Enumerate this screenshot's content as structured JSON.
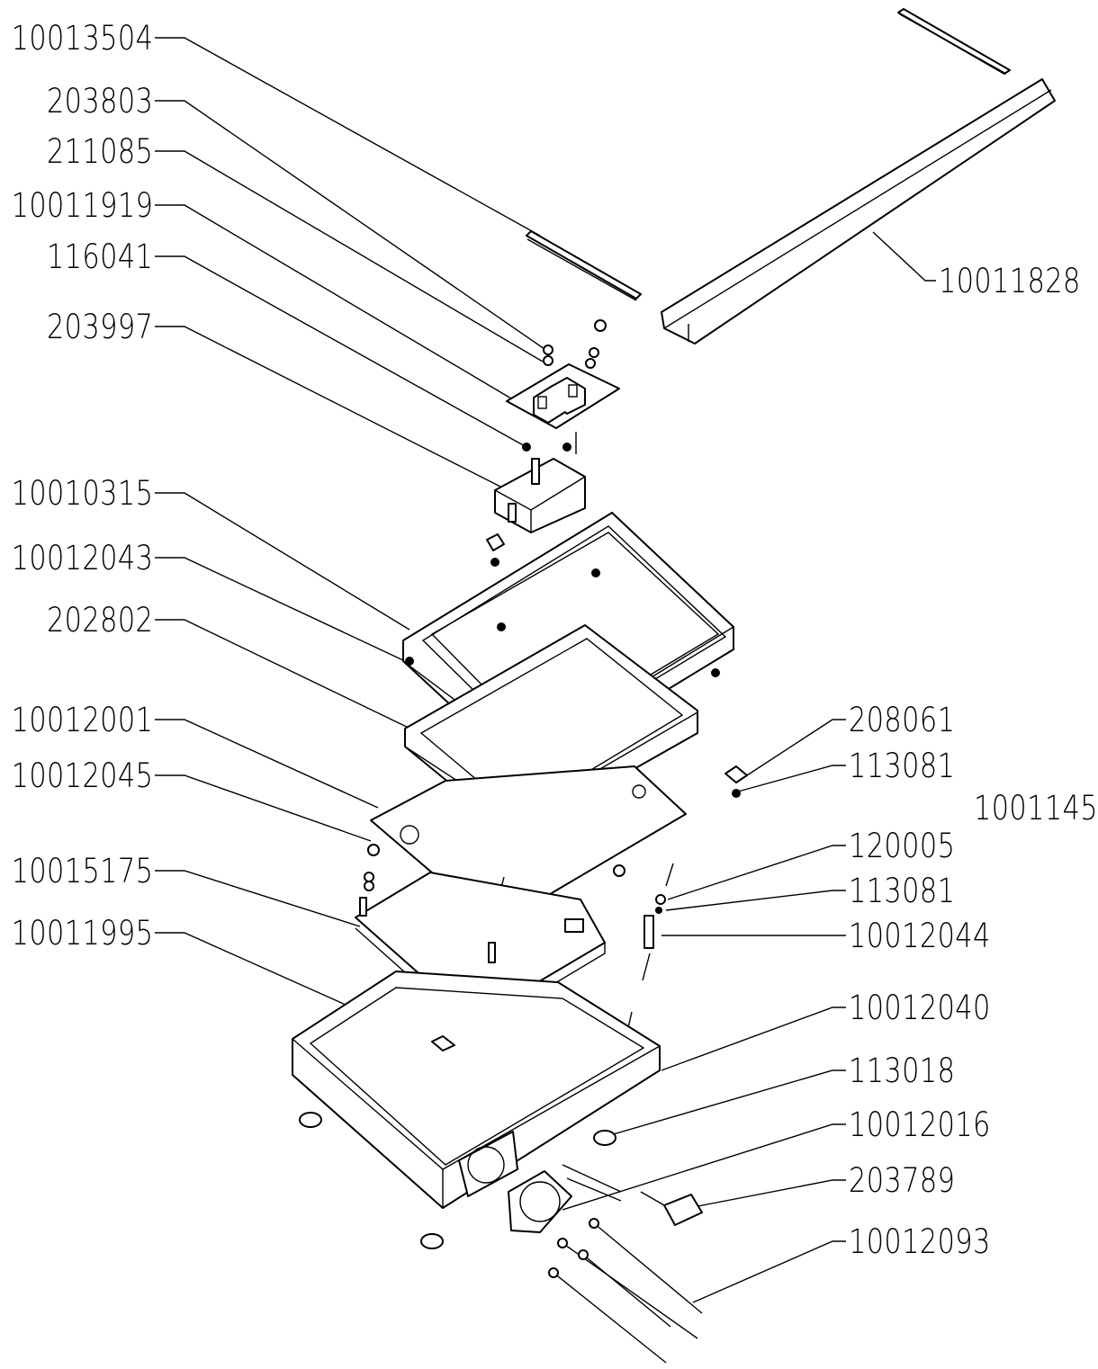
{
  "labels_left": [
    {
      "id": "lbl-10013504",
      "text": "10013504"
    },
    {
      "id": "lbl-203803",
      "text": "203803"
    },
    {
      "id": "lbl-211085",
      "text": "211085"
    },
    {
      "id": "lbl-10011919",
      "text": "10011919"
    },
    {
      "id": "lbl-116041",
      "text": "116041"
    },
    {
      "id": "lbl-203997",
      "text": "203997"
    },
    {
      "id": "lbl-10010315",
      "text": "10010315"
    },
    {
      "id": "lbl-10012043",
      "text": "10012043"
    },
    {
      "id": "lbl-202802",
      "text": "202802"
    },
    {
      "id": "lbl-10012001",
      "text": "10012001"
    },
    {
      "id": "lbl-10012045",
      "text": "10012045"
    },
    {
      "id": "lbl-10015175",
      "text": "10015175"
    },
    {
      "id": "lbl-10011995",
      "text": "10011995"
    }
  ],
  "labels_right": [
    {
      "id": "lbl-10011828",
      "text": "10011828"
    },
    {
      "id": "lbl-208061",
      "text": "208061"
    },
    {
      "id": "lbl-113081-a",
      "text": "113081"
    },
    {
      "id": "lbl-1001145",
      "text": "1001145"
    },
    {
      "id": "lbl-120005",
      "text": "120005"
    },
    {
      "id": "lbl-113081-b",
      "text": "113081"
    },
    {
      "id": "lbl-10012044",
      "text": "10012044"
    },
    {
      "id": "lbl-10012040",
      "text": "10012040"
    },
    {
      "id": "lbl-113018",
      "text": "113018"
    },
    {
      "id": "lbl-10012016",
      "text": "10012016"
    },
    {
      "id": "lbl-203789",
      "text": "203789"
    },
    {
      "id": "lbl-10012093",
      "text": "10012093"
    }
  ]
}
